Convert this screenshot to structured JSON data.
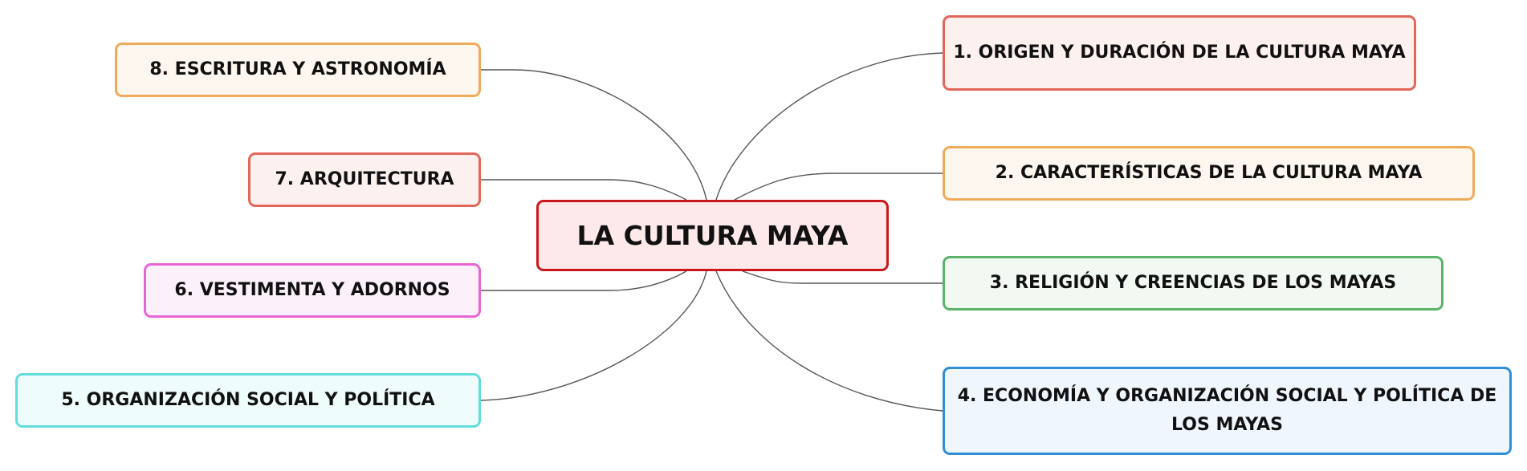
{
  "central": {
    "label": "LA CULTURA MAYA"
  },
  "topics": {
    "t1": "1. ORIGEN Y DURACIÓN DE LA CULTURA MAYA",
    "t2": "2. CARACTERÍSTICAS DE LA CULTURA MAYA",
    "t3": "3. RELIGIÓN Y CREENCIAS DE LOS MAYAS",
    "t4": "4. ECONOMÍA Y ORGANIZACIÓN SOCIAL Y POLÍTICA DE LOS MAYAS",
    "t5": "5. ORGANIZACIÓN SOCIAL Y POLÍTICA",
    "t6": "6. VESTIMENTA Y ADORNOS",
    "t7": "7. ARQUITECTURA",
    "t8": "8. ESCRITURA Y ASTRONOMÍA"
  },
  "colors": {
    "central_border": "#c8181e",
    "link": "#555555"
  }
}
